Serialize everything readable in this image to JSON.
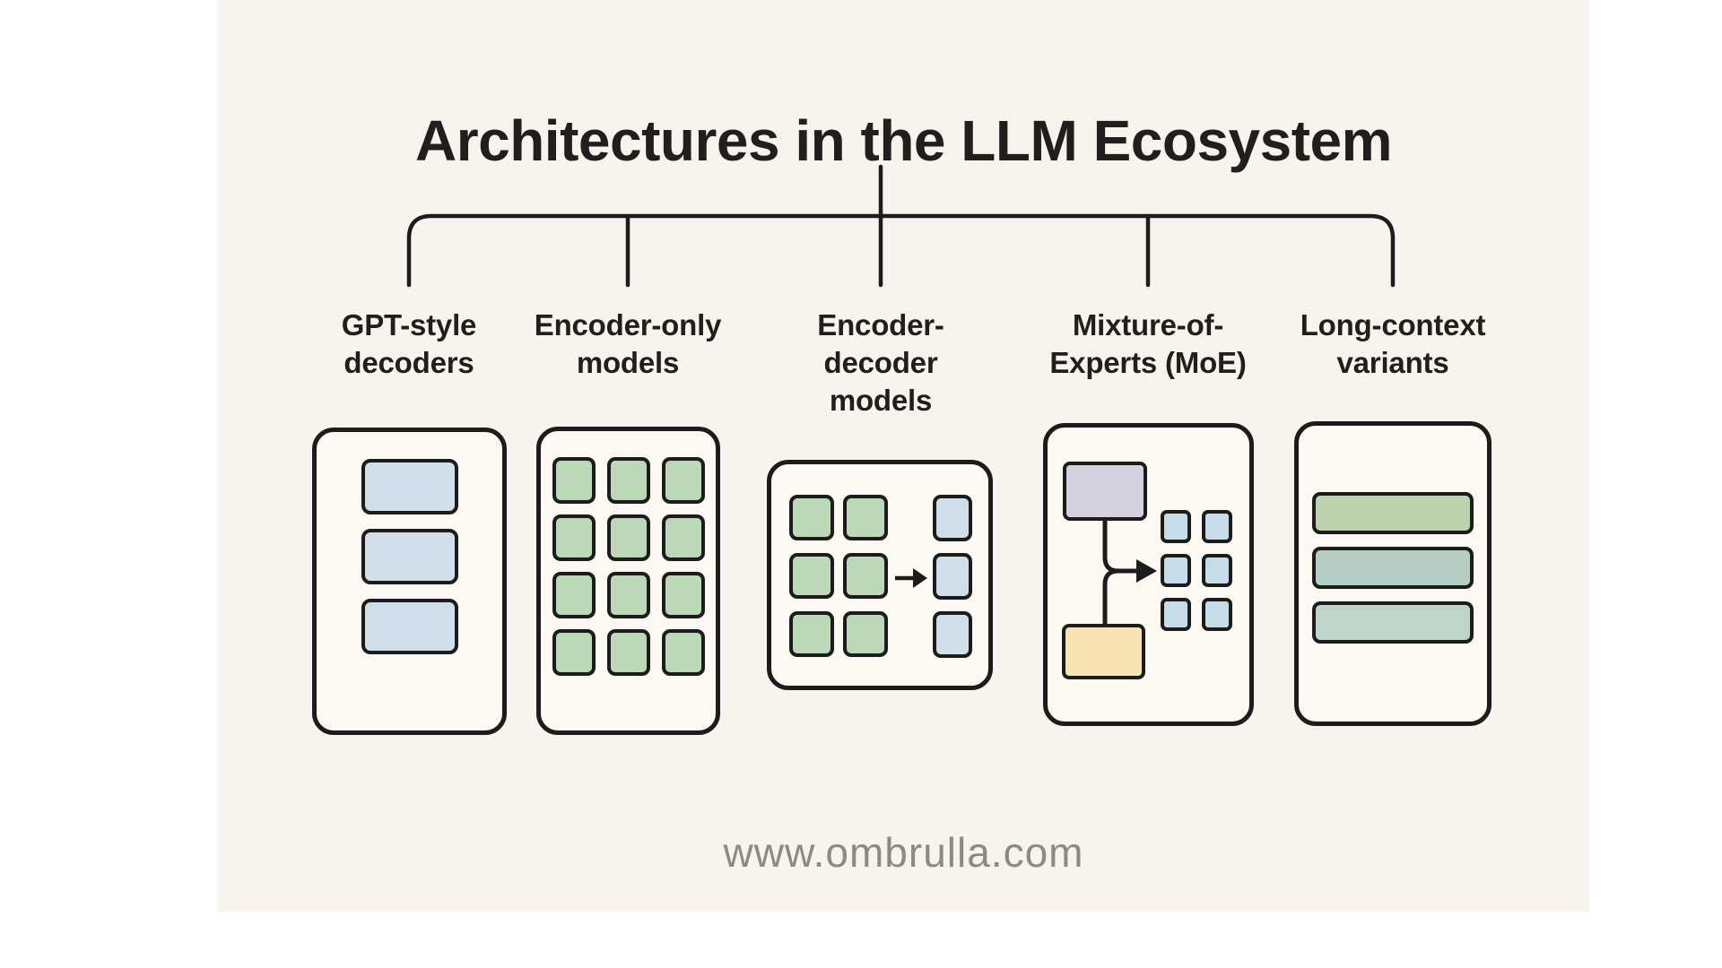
{
  "title": "Architectures in the LLM Ecosystem",
  "footer": "www.ombrulla.com",
  "branches": [
    {
      "label": "GPT-style\ndecoders",
      "icon": "stacked-decoder-blocks-icon"
    },
    {
      "label": "Encoder-only\nmodels",
      "icon": "token-grid-icon"
    },
    {
      "label": "Encoder-\ndecoder\nmodels",
      "icon": "encoder-to-decoder-flow-icon"
    },
    {
      "label": "Mixture-of-\nExperts (MoE)",
      "icon": "router-to-experts-icon"
    },
    {
      "label": "Long-context\nvariants",
      "icon": "long-context-bars-icon"
    }
  ],
  "colors": {
    "canvas-bg": "#f8f4ed",
    "card-bg": "#fcf9f2",
    "outline": "#1c1c1c",
    "text-dark": "#211f1d",
    "text-muted": "#8d8983",
    "blue-block": "#cfdee9",
    "green-block": "#bdd8b9",
    "lavender-block": "#d5d1df",
    "sand-block": "#f6e2b2",
    "mini-blue": "#c6dce8",
    "bar-green": "#bdd3ae",
    "bar-teal": "#b7cec5",
    "bar-teal-light": "#bfd5c9"
  }
}
